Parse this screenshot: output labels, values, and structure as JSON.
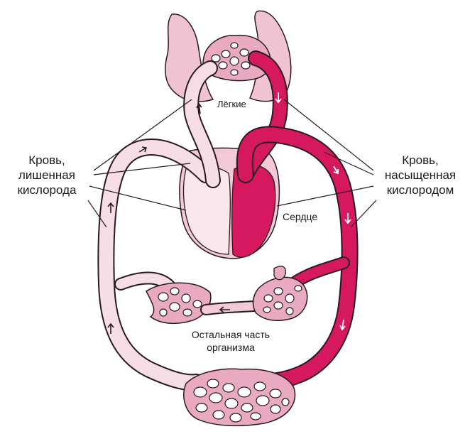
{
  "labels": {
    "deoxygenated_line1": "Кровь,",
    "deoxygenated_line2": "лишенная",
    "deoxygenated_line3": "кислорода",
    "oxygenated_line1": "Кровь,",
    "oxygenated_line2": "насыщенная",
    "oxygenated_line3": "кислородом",
    "lungs": "Лёгкие",
    "heart": "Сердце",
    "body_line1": "Остальная часть",
    "body_line2": "организма"
  },
  "colors": {
    "oxygenated": "#d6185f",
    "deoxygenated": "#f7dde6",
    "tissue": "#e9a9c0",
    "outline": "#2a1a20"
  }
}
